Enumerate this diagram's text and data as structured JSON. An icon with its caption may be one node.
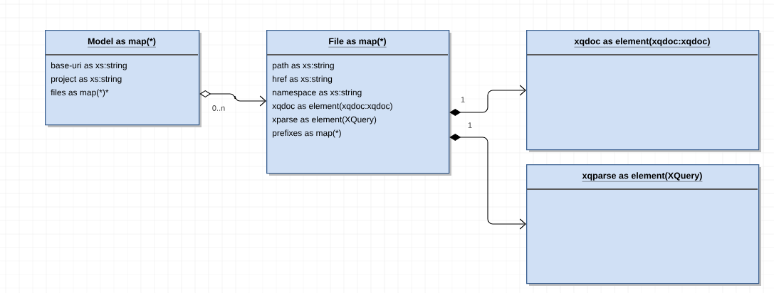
{
  "diagram": {
    "nodes": [
      {
        "text": [
          "Model as map(*)",
          "base-uri as xs:string",
          "project as xs:string",
          "files as map(*)*"
        ]
      },
      {
        "text": [
          "File as map(*)",
          "path as xs:string",
          "href as xs:string",
          "namespace as xs:string",
          "xqdoc as element(xqdoc:xqdoc)",
          "xparse as element(XQuery)",
          "prefixes as map(*)"
        ]
      },
      {
        "text": [
          "xqdoc as element(xqdoc:xqdoc)"
        ]
      },
      {
        "text": [
          "xqparse as element(XQuery)"
        ]
      }
    ],
    "edges": [
      {
        "from": 0,
        "to": 1,
        "arrow": "to",
        "label": "0..n"
      },
      {
        "from": 1,
        "to": 2,
        "arrow": "to",
        "label": "1"
      },
      {
        "from": 1,
        "to": 3,
        "arrow": "to",
        "label": "1"
      }
    ]
  }
}
